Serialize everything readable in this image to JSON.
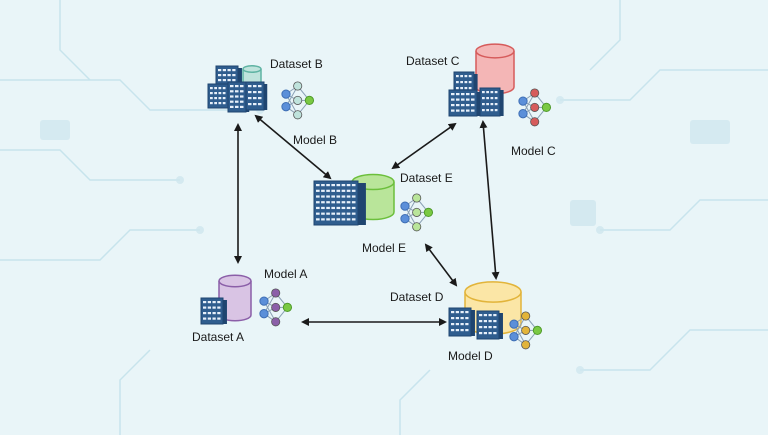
{
  "nodes": {
    "dataset_a": {
      "label": "Dataset A",
      "color": "#d9c4e4",
      "accent": "#8b5fa8"
    },
    "dataset_b": {
      "label": "Dataset B",
      "color": "#bfe3dc",
      "accent": "#5fb3a3"
    },
    "dataset_c": {
      "label": "Dataset C",
      "color": "#f4b6b6",
      "accent": "#d65b5b"
    },
    "dataset_d": {
      "label": "Dataset D",
      "color": "#fbe6a6",
      "accent": "#e2b43a"
    },
    "dataset_e": {
      "label": "Dataset E",
      "color": "#b9e59a",
      "accent": "#6cbf3c"
    },
    "model_a": {
      "label": "Model A"
    },
    "model_b": {
      "label": "Model B"
    },
    "model_c": {
      "label": "Model C"
    },
    "model_d": {
      "label": "Model D"
    },
    "model_e": {
      "label": "Model E"
    }
  },
  "colors": {
    "building": "#2f5d8e",
    "building_dark": "#1f4570",
    "input_neuron": "#5b8fd9",
    "output_neuron": "#7ac943",
    "arrow": "#1a1a1a"
  },
  "icons": [
    "database-cylinder-icon",
    "office-building-icon",
    "neural-network-icon",
    "double-arrow-icon"
  ]
}
